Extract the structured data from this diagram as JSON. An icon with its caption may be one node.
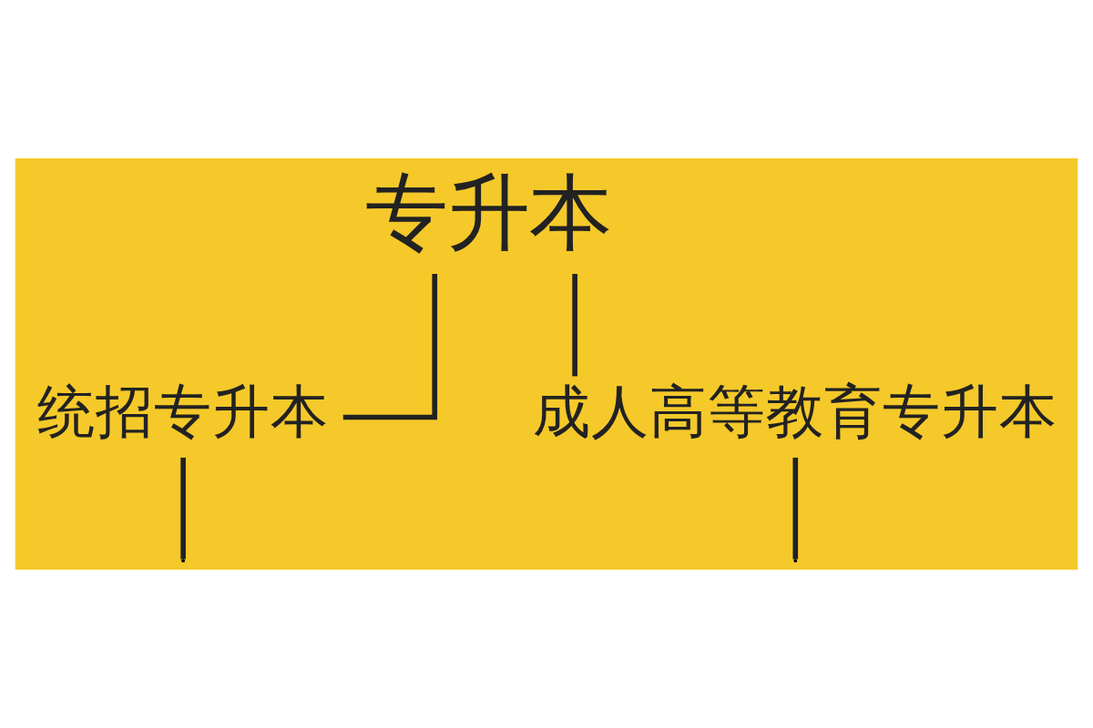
{
  "diagram": {
    "nodes": [
      {
        "text": [
          "专升本"
        ]
      },
      {
        "text": [
          "统招专升本"
        ]
      },
      {
        "text": [
          "成人高等教育专升本"
        ]
      }
    ],
    "edges": [
      {
        "from": 0,
        "to": 1,
        "arrow": "none"
      },
      {
        "from": 0,
        "to": 2,
        "arrow": "none"
      },
      {
        "from": 1,
        "to": null,
        "arrow": "none"
      },
      {
        "from": 2,
        "to": null,
        "arrow": "none"
      }
    ]
  }
}
